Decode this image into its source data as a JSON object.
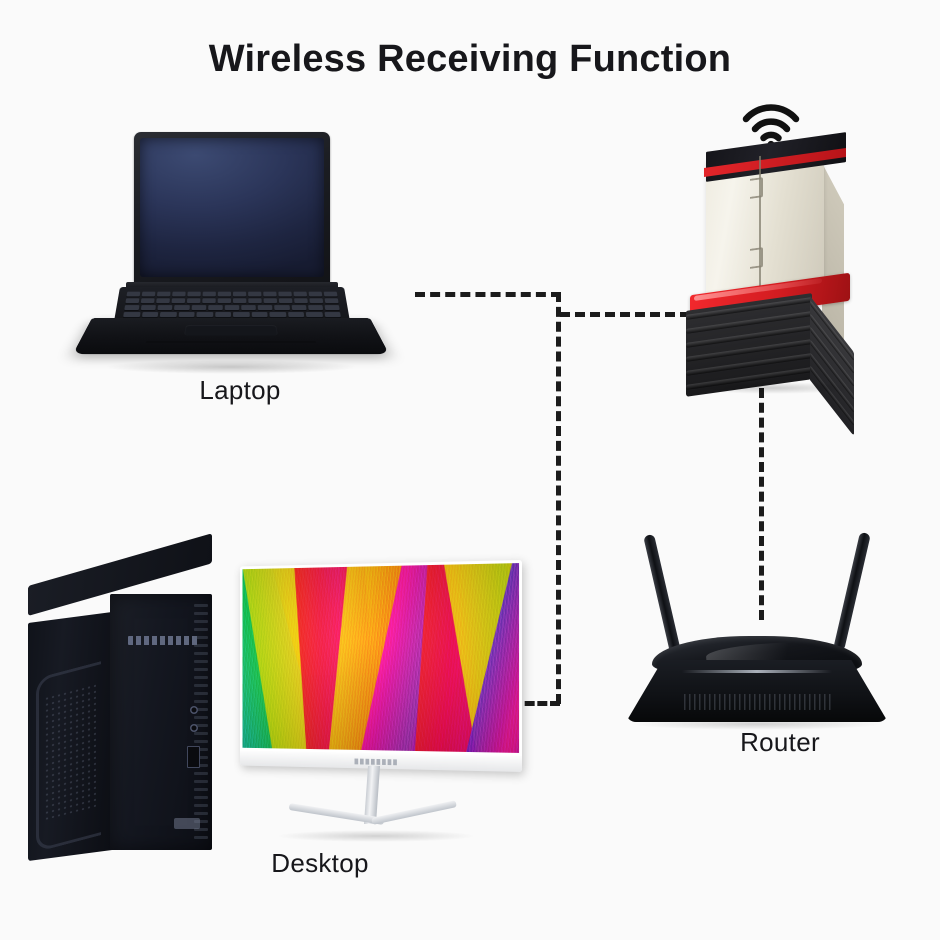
{
  "page": {
    "title": "Wireless Receiving Function",
    "background_color": "#fafafa",
    "text_color": "#17171b"
  },
  "diagram": {
    "type": "device-connectivity-diagram",
    "nodes": [
      {
        "id": "laptop",
        "label": "Laptop",
        "device": "laptop-computer",
        "color": "#15171c"
      },
      {
        "id": "desktop",
        "label": "Desktop",
        "device": "desktop-tower-monitor",
        "color": "#11131a"
      },
      {
        "id": "router",
        "label": "Router",
        "device": "wireless-router",
        "color": "#0d0f13"
      },
      {
        "id": "adapter",
        "label": "",
        "device": "usb-wifi-adapter",
        "color": "#e3252a"
      }
    ],
    "connections": [
      {
        "from": "laptop",
        "to": "adapter",
        "style": "dashed"
      },
      {
        "from": "desktop",
        "to": "adapter",
        "style": "dashed"
      },
      {
        "from": "adapter",
        "to": "router",
        "style": "dashed"
      }
    ],
    "line_color": "#1b1b1b",
    "line_style": "dashed"
  },
  "labels": {
    "laptop": "Laptop",
    "desktop": "Desktop",
    "router": "Router"
  },
  "icons": {
    "wifi": "wifi-signal-icon"
  },
  "colors": {
    "adapter_red": "#e3252a",
    "adapter_shell": "#1a1a1c",
    "adapter_metal": "#efece1",
    "laptop_screen": "#2b3559",
    "monitor_bezel": "#ffffff",
    "router_black": "#0d0f13"
  },
  "wallpaper": {
    "name": "rainbow-ribbon-abstract",
    "colors": [
      "#00bcd4",
      "#19c85a",
      "#c9e830",
      "#ffd400",
      "#ff8a00",
      "#f5201f",
      "#d5005b",
      "#e6008f",
      "#8e24aa",
      "#5b2bbf"
    ]
  }
}
